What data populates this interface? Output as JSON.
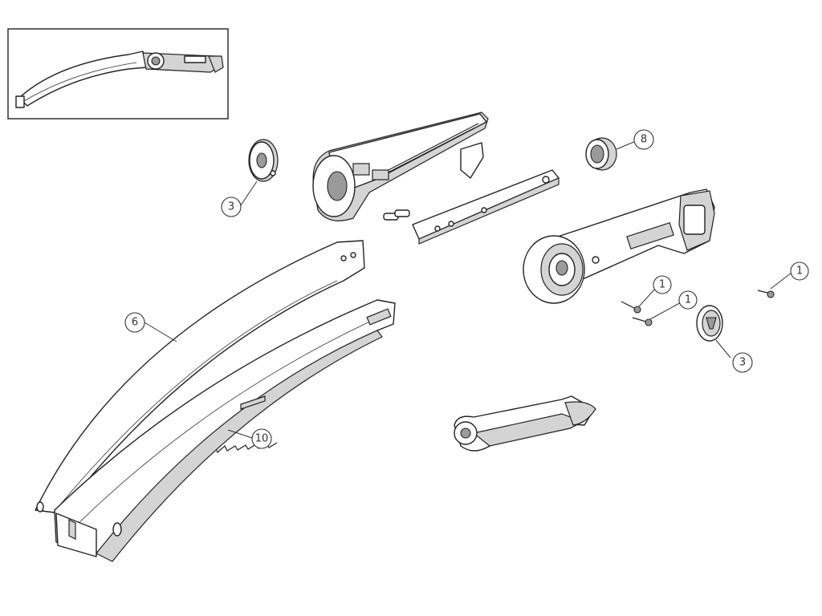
{
  "diagram": {
    "callouts": [
      {
        "id": "callout-3-top",
        "label": "3"
      },
      {
        "id": "callout-8",
        "label": "8"
      },
      {
        "id": "callout-6",
        "label": "6"
      },
      {
        "id": "callout-10",
        "label": "10"
      },
      {
        "id": "callout-1-a",
        "label": "1"
      },
      {
        "id": "callout-1-b",
        "label": "1"
      },
      {
        "id": "callout-1-c",
        "label": "1"
      },
      {
        "id": "callout-3-bottom",
        "label": "3"
      }
    ]
  }
}
